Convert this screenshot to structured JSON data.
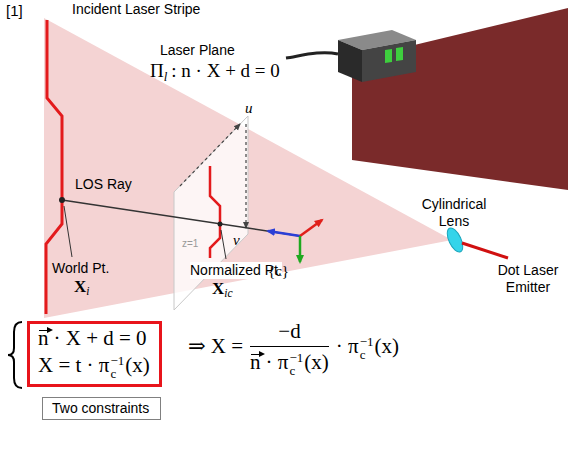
{
  "diagram": {
    "nodes": [
      {
        "text": [
          "n",
          "· X + d = 0",
          "X = t · π",
          "−1",
          "c",
          "(x)"
        ]
      },
      {
        "text": [
          "Two constraints"
        ]
      }
    ],
    "labels": [
      "[1]",
      "Incident Laser Stripe",
      "Laser Plane",
      "Π",
      "l",
      ": n · X + d = 0",
      "LOS Ray",
      "u",
      "v",
      "z=1",
      "World Pt.",
      "X",
      "i",
      "Normalized Pt.",
      "X",
      "ic",
      "{c}",
      "Cylindrical Lens",
      "Dot Laser Emitter",
      "⇒ X =",
      "−d",
      "n",
      "· π",
      "−1",
      "c",
      "(x)",
      "· π",
      "−1",
      "c",
      "(x)"
    ]
  }
}
